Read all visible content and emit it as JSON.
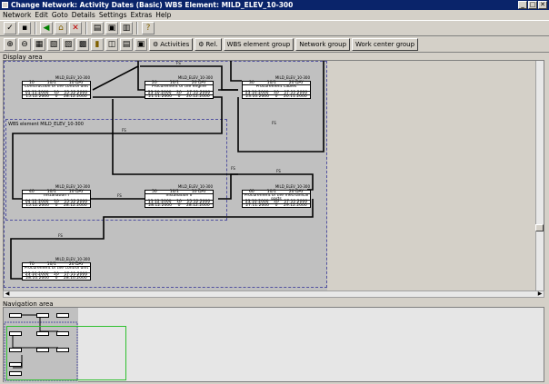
{
  "window": {
    "title": "Change Network:  Activity Dates (Basic) WBS Element: MILD_ELEV_10-300",
    "minimize": "_",
    "maximize": "□",
    "close": "✕"
  },
  "menu": [
    "Network",
    "Edit",
    "Goto",
    "Details",
    "Settings",
    "Extras",
    "Help"
  ],
  "toolbar2": {
    "activities": "Activities",
    "rel": "Rel.",
    "wbs_group": "WBS element group",
    "network_group": "Network group",
    "workcenter_group": "Work center group"
  },
  "display_area_label": "Display area",
  "navigation_area_label": "Navigation area",
  "wbs_frame_label": "WBS element MILD_ELEV_10-300",
  "fs": "FS",
  "activities": [
    {
      "hdr": "MILD_ELEV_10-300",
      "desc": "Construction of the control unit",
      "c1": "10",
      "c2": "10/1",
      "c3": "10 DAY",
      "d1": "01.11.2000",
      "d2": "10",
      "d3": "15.12.2000",
      "d4": "15.12.2000",
      "d5": "0",
      "d6": "28.12.2000"
    },
    {
      "hdr": "MILD_ELEV_10-300",
      "desc": "Procurement of the engine",
      "c1": "20",
      "c2": "10/1",
      "c3": "20 DAY",
      "d1": "23.10.2000",
      "d2": "20",
      "d3": "17.11.2000",
      "d4": "21.11.2000",
      "d5": "0",
      "d6": "20.12.2000"
    },
    {
      "hdr": "MILD_ELEV_10-300",
      "desc": "Procurement cables",
      "c1": "30",
      "c2": "10/1",
      "c3": "20 DAY",
      "d1": "23.10.2000",
      "d2": "20",
      "d3": "17.11.2000",
      "d4": "23.10.2000",
      "d5": "0",
      "d6": "20.11.2000"
    },
    {
      "hdr": "MILD_ELEV_10-300",
      "desc": "Installation I",
      "c1": "40",
      "c2": "10/1",
      "c3": "10 DAY",
      "d1": "04.12.2000",
      "d2": "10",
      "d3": "15.12.2000",
      "d4": "15.12.2000",
      "d5": "0",
      "d6": "28.12.2000"
    },
    {
      "hdr": "MILD_ELEV_10-300",
      "desc": "Installation II",
      "c1": "50",
      "c2": "10/1",
      "c3": "10 DAY",
      "d1": "15.12.2000",
      "d2": "10",
      "d3": "15.12.2000",
      "d4": "28.12.2000",
      "d5": "0",
      "d6": "28.12.2000"
    },
    {
      "hdr": "MILD_ELEV_10-300",
      "desc": "Procurement of the mechanical parts",
      "c1": "60",
      "c2": "10/1",
      "c3": "20 DAY",
      "d1": "23.10.2000",
      "d2": "20",
      "d3": "17.11.2000",
      "d4": "27.11.2000",
      "d5": "0",
      "d6": "29.12.2000"
    },
    {
      "hdr": "MILD_ELEV_10-300",
      "desc": "Procurement of the control unit",
      "c1": "70",
      "c2": "10/1",
      "c3": "20 DAY",
      "d1": "23.10.2000",
      "d2": "20",
      "d3": "17.11.2000",
      "d4": "28.10.2000",
      "d5": "0",
      "d6": "28.10.2000"
    }
  ]
}
